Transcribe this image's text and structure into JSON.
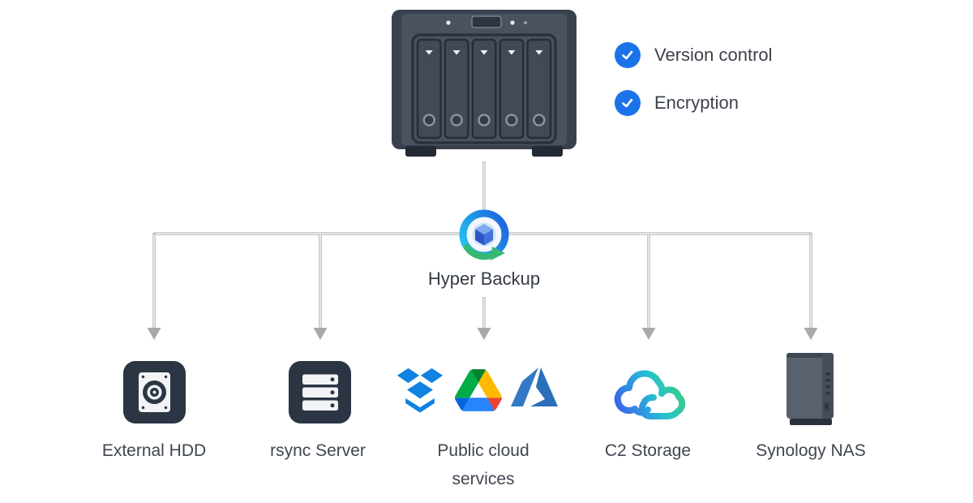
{
  "diagram": {
    "title_hidden": "",
    "source_device": {
      "icon": "nas-5bay-illustration",
      "features": [
        {
          "icon": "check-circle-icon",
          "label": "Version control"
        },
        {
          "icon": "check-circle-icon",
          "label": "Encryption"
        }
      ]
    },
    "hub": {
      "icon": "hyper-backup-icon",
      "label": "Hyper Backup"
    },
    "destinations": [
      {
        "id": "external-hdd",
        "icon": "external-hdd-icon",
        "label": "External HDD"
      },
      {
        "id": "rsync-server",
        "icon": "server-rack-icon",
        "label": "rsync Server"
      },
      {
        "id": "public-cloud",
        "icons": [
          "dropbox-icon",
          "google-drive-icon",
          "azure-icon"
        ],
        "label": "Public cloud services",
        "label_lines": [
          "Public cloud",
          "services"
        ]
      },
      {
        "id": "c2-storage",
        "icon": "c2-cloud-icon",
        "label": "C2 Storage"
      },
      {
        "id": "synology-nas",
        "icon": "nas-tower-icon",
        "label": "Synology NAS"
      }
    ],
    "colors": {
      "check_blue": "#1a73e8",
      "line_gray": "#b9bbbe",
      "arrow_gray": "#a7a9ac",
      "dark_icon_bg": "#2c3543",
      "nas_body": "#4a5260",
      "label_text": "#3f4651",
      "dropbox_blue": "#0f82e2",
      "azure_blue": "#2b6fba",
      "drive_green": "#00ac47",
      "drive_yellow": "#ffba00",
      "drive_blue": "#2684fc",
      "c2_gradient": [
        "#3b5de8",
        "#27b6d8",
        "#3ecb82"
      ],
      "hyper_ring_gradient": [
        "#22c3ef",
        "#1e66dd"
      ],
      "hyper_arrow_green": "#35b973"
    }
  }
}
